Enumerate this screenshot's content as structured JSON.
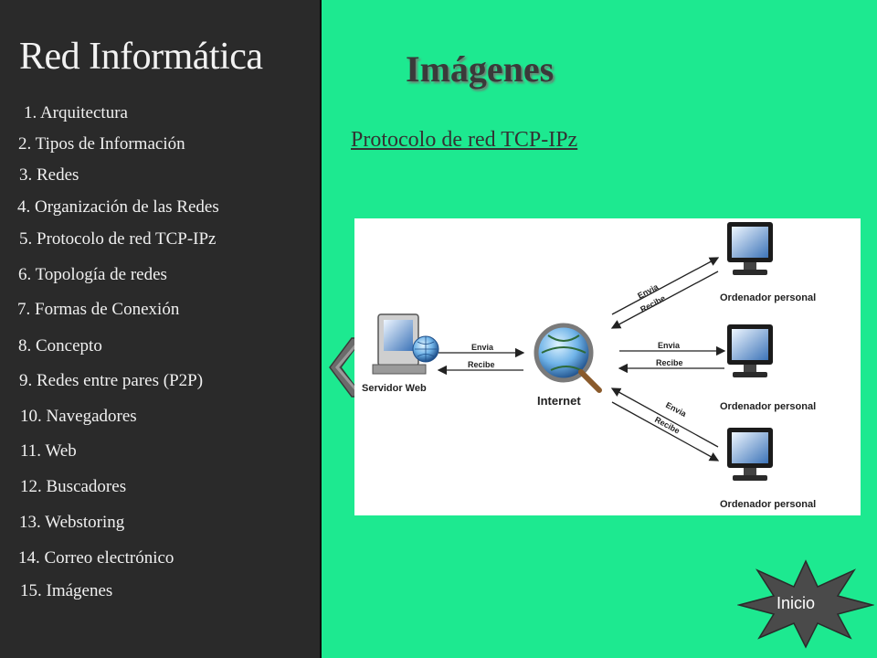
{
  "sidebar": {
    "title": "Red Informática",
    "items": [
      {
        "label": "1.  Arquitectura"
      },
      {
        "label": "2.  Tipos de Información"
      },
      {
        "label": "3.  Redes"
      },
      {
        "label": "4. Organización de las Redes"
      },
      {
        "label": "5. Protocolo de red TCP-IPz"
      },
      {
        "label": "6. Topología de redes"
      },
      {
        "label": "7. Formas de Conexión"
      },
      {
        "label": "8. Concepto"
      },
      {
        "label": "9. Redes entre pares (P2P)"
      },
      {
        "label": "10. Navegadores"
      },
      {
        "label": "11. Web"
      },
      {
        "label": "12. Buscadores"
      },
      {
        "label": "13. Webstoring"
      },
      {
        "label": "14. Correo electrónico"
      },
      {
        "label": "15. Imágenes"
      }
    ]
  },
  "main": {
    "title": "Imágenes",
    "subtitle_link": "Protocolo de red TCP-IPz",
    "back_icon": "double-chevron-left-icon",
    "diagram": {
      "server_label": "Servidor Web",
      "internet_label": "Internet",
      "client_label": "Ordenador personal",
      "send_label": "Envia",
      "receive_label": "Recibe"
    },
    "home_button": {
      "label": "Inicio",
      "icon": "star-burst-icon"
    }
  },
  "colors": {
    "sidebar_bg": "#2a2a2a",
    "main_bg": "#1de990",
    "star": "#4a4a4a"
  }
}
